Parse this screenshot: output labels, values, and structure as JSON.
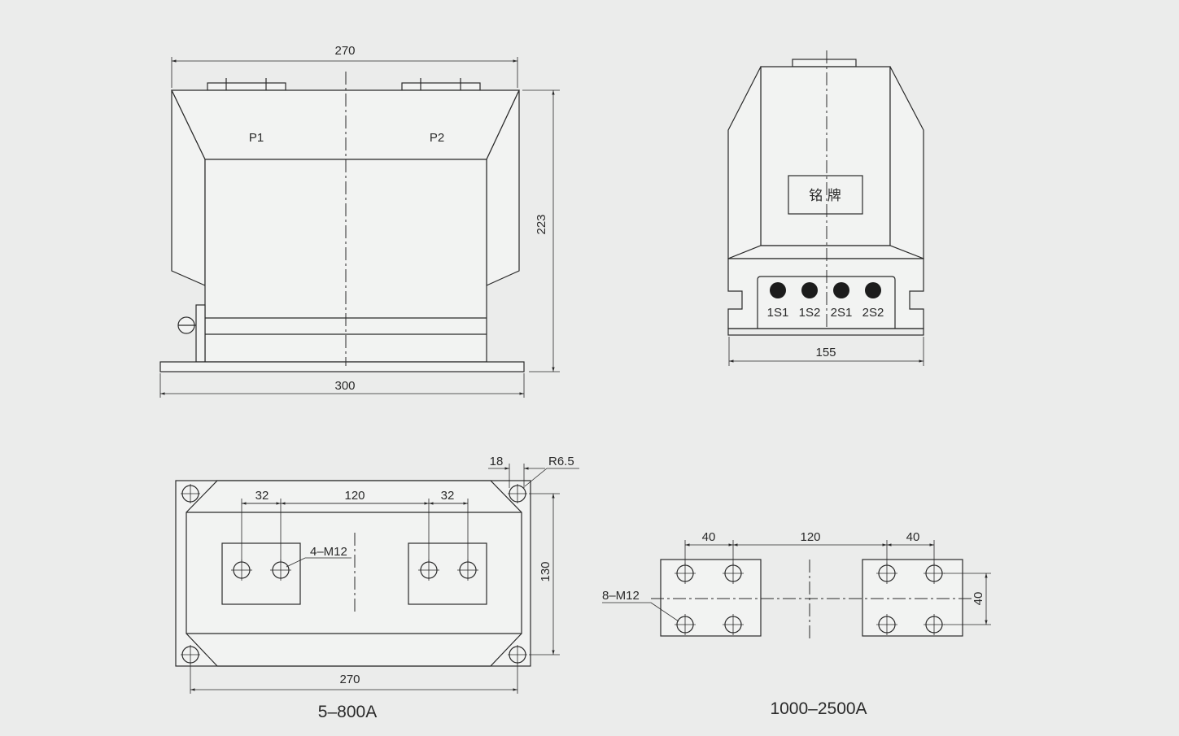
{
  "front_view": {
    "dim_top": "270",
    "dim_height": "223",
    "dim_base": "300",
    "terminal_p1": "P1",
    "terminal_p2": "P2"
  },
  "side_view": {
    "nameplate": "铭  牌",
    "secondary_terminals": [
      "1S1",
      "1S2",
      "2S1",
      "2S2"
    ],
    "dim_width": "155"
  },
  "plan_small": {
    "dim_18": "18",
    "dim_r": "R6.5",
    "dim_32a": "32",
    "dim_120": "120",
    "dim_32b": "32",
    "bolt_label": "4–M12",
    "dim_130": "130",
    "dim_270": "270",
    "caption": "5–800A"
  },
  "plan_large": {
    "dim_40a": "40",
    "dim_120": "120",
    "dim_40b": "40",
    "bolt_label": "8–M12",
    "dim_40v": "40",
    "caption": "1000–2500A"
  }
}
